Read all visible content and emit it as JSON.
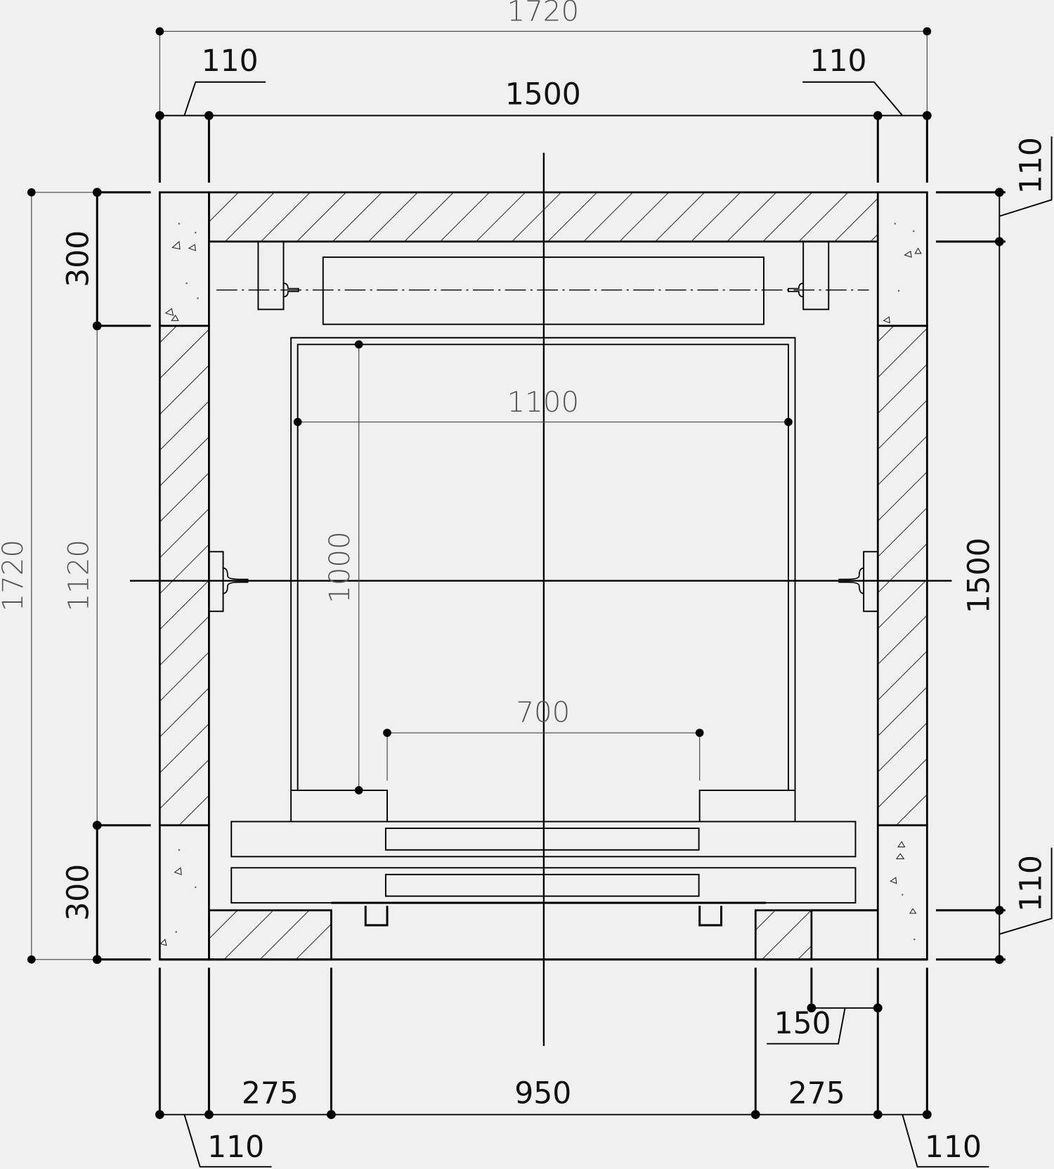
{
  "drawing": {
    "type": "elevator shaft plan",
    "background": "#f0f0f0",
    "line_color": "#000000",
    "light_text_color": "#555555"
  },
  "dims": {
    "top_overall": "1720",
    "top_inner": "1500",
    "top_left_wall": "110",
    "top_right_wall": "110",
    "left_overall": "1720",
    "left_top": "300",
    "left_middle": "1120",
    "left_bottom": "300",
    "right_inner": "1500",
    "right_top_wall": "110",
    "right_bottom_wall": "110",
    "car_width": "1100",
    "car_depth": "1000",
    "door_opening": "700",
    "bottom_left": "275",
    "bottom_middle": "950",
    "bottom_right": "275",
    "bottom_step": "150",
    "bottom_left_wall": "110",
    "bottom_right_wall": "110"
  }
}
